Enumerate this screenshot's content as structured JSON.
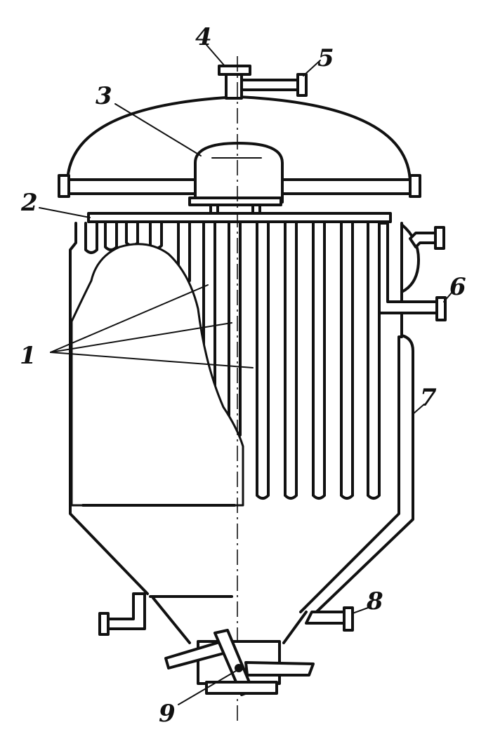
{
  "labels": {
    "elements": "1",
    "collector": "2",
    "dome": "3",
    "top_nozzle": "4",
    "outlet_pipe": "5",
    "side_pipe": "6",
    "jacket": "7",
    "bottom_pipe": "8",
    "valve": "9"
  },
  "colors": {
    "line": "#111111",
    "background": "#ffffff"
  }
}
